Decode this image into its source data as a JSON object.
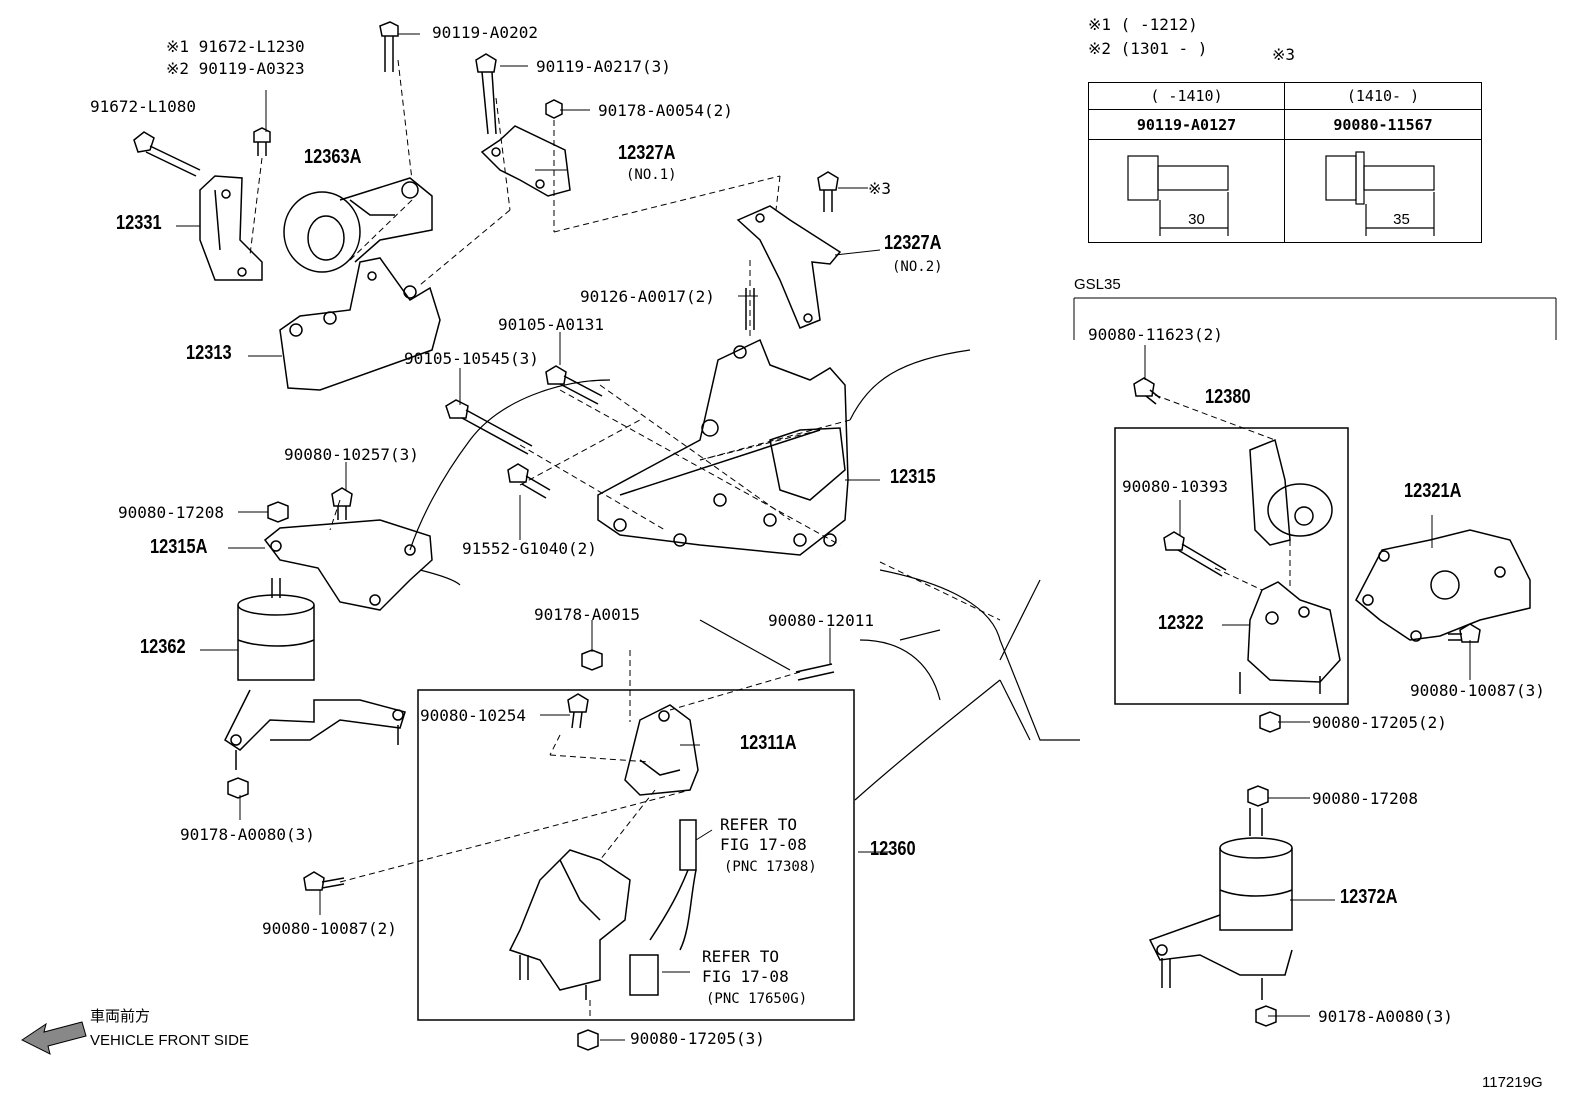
{
  "parts": {
    "p12331": "12331",
    "p12363A": "12363A",
    "p12313": "12313",
    "p12327A_1": "12327A",
    "p12327A_1_sub": "(NO.1)",
    "p12327A_2": "12327A",
    "p12327A_2_sub": "(NO.2)",
    "p12315": "12315",
    "p12315A": "12315A",
    "p12362": "12362",
    "p12311A": "12311A",
    "p12360": "12360",
    "p12380": "12380",
    "p12321A": "12321A",
    "p12322": "12322",
    "p12372A": "12372A"
  },
  "fasteners": {
    "f91672_L1080": "91672-L1080",
    "note1": "※1 91672-L1230",
    "note2": "※2 90119-A0323",
    "f90119_A0202": "90119-A0202",
    "f90119_A0217": "90119-A0217(3)",
    "f90178_A0054": "90178-A0054(2)",
    "star3": "※3",
    "f90126_A0017": "90126-A0017(2)",
    "f90105_A0131": "90105-A0131",
    "f90105_10545": "90105-10545(3)",
    "f90080_10257": "90080-10257(3)",
    "f90080_17208_a": "90080-17208",
    "f91552_G1040": "91552-G1040(2)",
    "f90178_A0015": "90178-A0015",
    "f90080_12011": "90080-12011",
    "f90080_10254": "90080-10254",
    "f90178_A0080_a": "90178-A0080(3)",
    "f90080_10087_a": "90080-10087(2)",
    "f90080_17205_a": "90080-17205(3)",
    "f90080_11623": "90080-11623(2)",
    "f90080_10393": "90080-10393",
    "f90080_10087_b": "90080-10087(3)",
    "f90080_17205_b": "90080-17205(2)",
    "f90080_17208_b": "90080-17208",
    "f90178_A0080_b": "90178-A0080(3)"
  },
  "refs": {
    "r1_line1": "REFER TO",
    "r1_line2": "FIG 17-08",
    "r1_line3": "(PNC 17308)",
    "r2_line1": "REFER TO",
    "r2_line2": "FIG 17-08",
    "r2_line3": "(PNC 17650G)"
  },
  "legend": {
    "l1": "※1 (      -1212)",
    "l2": "※2 (1301 -      )",
    "l3": "※3",
    "col1_range": "(      -1410)",
    "col2_range": "(1410-      )",
    "col1_part": "90119-A0127",
    "col2_part": "90080-11567",
    "col1_dim": "30",
    "col2_dim": "35"
  },
  "gsl35": "GSL35",
  "direction": {
    "jp": "車両前方",
    "en": "VEHICLE FRONT SIDE"
  },
  "fig_id": "117219G"
}
